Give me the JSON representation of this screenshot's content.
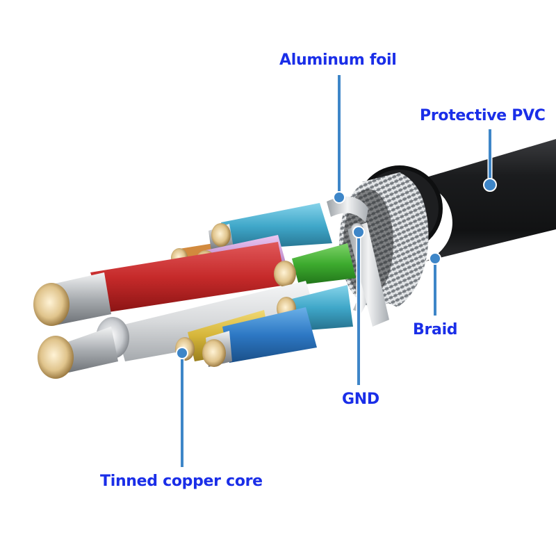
{
  "colors": {
    "accent": "#1a2ee8",
    "leader_line": "#3e86c8",
    "jacket": "#1c1d1f",
    "braid": "#b8bcc0",
    "foil": "#cfd2d4",
    "copper": "#e0c48c"
  },
  "labels": {
    "aluminum_foil": "Aluminum foil",
    "protective_pvc": "Protective PVC",
    "braid": "Braid",
    "gnd": "GND",
    "tinned_copper_core": "Tinned copper core"
  },
  "wires": [
    {
      "name": "red",
      "color": "#c62a2a"
    },
    {
      "name": "white",
      "color": "#e4e6e8"
    },
    {
      "name": "green",
      "color": "#3dab2e"
    },
    {
      "name": "blue",
      "color": "#2d78c4"
    },
    {
      "name": "cyan",
      "color": "#3fa7c9"
    },
    {
      "name": "purple",
      "color": "#c99ad6"
    },
    {
      "name": "yellow",
      "color": "#d6b63a"
    },
    {
      "name": "orange",
      "color": "#d28a3e"
    },
    {
      "name": "gnd",
      "color": "#c7c9cc"
    }
  ]
}
